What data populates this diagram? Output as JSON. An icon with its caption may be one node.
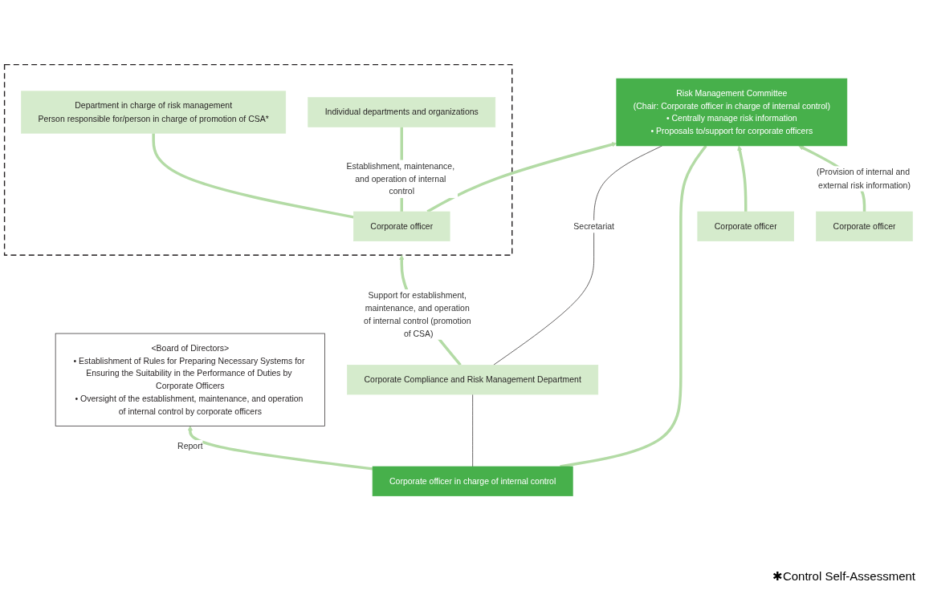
{
  "diagram": {
    "nodes": [
      {
        "text": [
          "<Board of Directors>",
          "• Establishment of Rules for Preparing Necessary Systems for Ensuring the Suitability in the Performance of Duties by Corporate Officers",
          "• Oversight of the establishment, maintenance, and operation of internal control by corporate officers"
        ]
      },
      {
        "text": [
          "Corporate officer in charge of internal control"
        ]
      },
      {
        "text": [
          "Risk Management Committee",
          "(Chair: Corporate officer in charge of internal control)",
          "• Centrally manage risk information",
          "• Proposals to/support for corporate officers"
        ]
      },
      {
        "text": [
          "Corporate Compliance and Risk Management Department"
        ]
      },
      {
        "text": [
          "Corporate officer"
        ]
      },
      {
        "text": [
          "Corporate officer"
        ]
      },
      {
        "text": [],
        "shape": "box"
      },
      {
        "text": [
          "Corporate officer"
        ],
        "in": 6
      },
      {
        "text": [
          "Department in charge of risk management",
          "Person responsible for/person in charge of promotion of CSA*"
        ],
        "in": 6
      },
      {
        "text": [
          "Individual departments and organizations"
        ],
        "in": 6
      }
    ],
    "edges": [
      {
        "from": 1,
        "to": 0,
        "arrow": "to",
        "label": "Report"
      },
      {
        "from": 2,
        "to": 1,
        "arrow": "none"
      },
      {
        "from": 1,
        "to": 3,
        "arrow": "none",
        "color": "#231f20"
      },
      {
        "from": 2,
        "to": 3,
        "arrow": "none",
        "label": "Secretariat",
        "color": "#231f20"
      },
      {
        "from": 4,
        "to": 2,
        "arrow": "to",
        "label": "(Provision of internal and external risk information)"
      },
      {
        "from": 5,
        "to": 2,
        "arrow": "to"
      },
      {
        "from": 7,
        "to": 2,
        "arrow": "to"
      },
      {
        "from": 7,
        "to": 9,
        "arrow": "none",
        "label": "Establishment, maintenance, and operation of internal control"
      },
      {
        "from": 7,
        "to": 8,
        "arrow": "none"
      },
      {
        "from": 3,
        "to": 6,
        "arrow": "to",
        "label": "Support for establishment, maintenance, and operation of internal control (promotion of CSA)"
      }
    ],
    "labels": [
      "✱Control Self-Assessment"
    ]
  }
}
